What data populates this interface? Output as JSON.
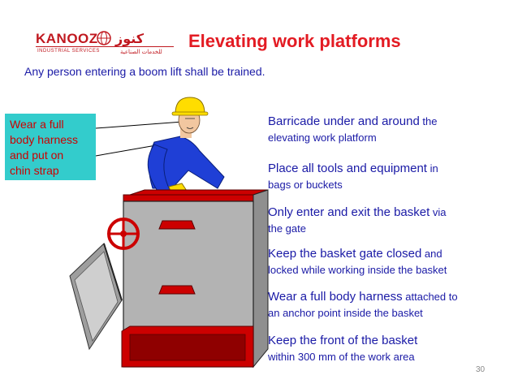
{
  "logo": {
    "name": "KANOOZ",
    "subtitle": "INDUSTRIAL SERVICES",
    "arabic_name": "كنوز",
    "arabic_subtitle": "للخدمات الصناعية"
  },
  "title": "Elevating work platforms",
  "intro": "Any person entering a boom lift shall be trained.",
  "callout": {
    "lines": [
      "Wear a full",
      "body harness",
      "and put on",
      "chin strap"
    ]
  },
  "items": [
    {
      "line1_main": "Barricade under and around",
      "line1_small": " the",
      "line2": "elevating work platform"
    },
    {
      "line1_main": "Place all tools and equipment",
      "line1_small": " in",
      "line2": "bags or buckets"
    },
    {
      "line1_main": "Only enter and exit the basket",
      "line1_small": " via",
      "line2": "the gate"
    },
    {
      "line1_main": "Keep the basket gate closed",
      "line1_small": " and",
      "line2": "locked while working inside the basket"
    },
    {
      "line1_main": "Wear a full body harness",
      "line1_small": " attached to",
      "line2": "an anchor point inside the basket"
    },
    {
      "line1_main": "Keep the front of the basket",
      "line1_small": "",
      "line2": "within 300 mm of the work area"
    }
  ],
  "page_number": "30",
  "colors": {
    "title": "#e31b23",
    "body_text": "#1a1aa6",
    "callout_bg": "#33cccc",
    "callout_text": "#cc0000",
    "basket_red": "#cc0000",
    "basket_grey": "#b3b3b3",
    "hard_hat": "#ffdd00",
    "coveralls": "#1f3fd6"
  }
}
